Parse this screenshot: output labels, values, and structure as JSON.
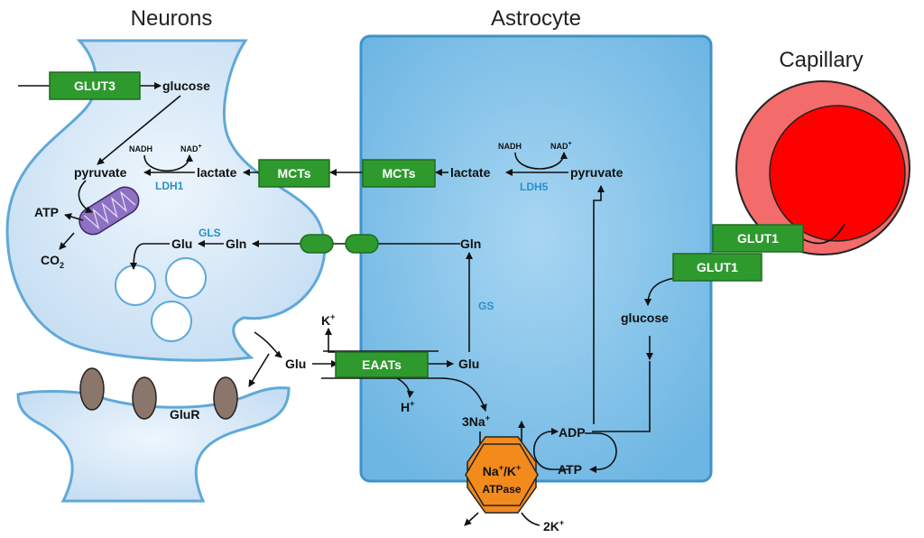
{
  "compartments": {
    "neurons": "Neurons",
    "astrocyte": "Astrocyte",
    "capillary": "Capillary"
  },
  "transporters": {
    "glut3": "GLUT3",
    "mcts_neuron": "MCTs",
    "mcts_astro": "MCTs",
    "eaats": "EAATs",
    "glut1_a": "GLUT1",
    "glut1_b": "GLUT1"
  },
  "neuron_labels": {
    "glucose": "glucose",
    "pyruvate": "pyruvate",
    "lactate": "lactate",
    "nadh": "NADH",
    "nad": "NAD",
    "ldh1": "LDH1",
    "atp": "ATP",
    "co2": "CO",
    "co2_sub": "2",
    "gls": "GLS",
    "glu": "Glu",
    "gln": "Gln",
    "glur": "GluR"
  },
  "astro_labels": {
    "lactate": "lactate",
    "pyruvate": "pyruvate",
    "nadh": "NADH",
    "nad": "NAD",
    "ldh5": "LDH5",
    "gln": "Gln",
    "gs": "GS",
    "glu": "Glu",
    "glucose": "glucose",
    "adp": "ADP",
    "atp": "ATP",
    "na3": "3Na",
    "h": "H",
    "k": "K"
  },
  "synapse_labels": {
    "glu": "Glu"
  },
  "pump": {
    "line1": "Na",
    "line1_mid": "/K",
    "line2": "ATPase",
    "two_k": "2K"
  },
  "superscripts": {
    "plus": "+"
  },
  "colors": {
    "neuron_fill": "#d3e6f7",
    "neuron_stroke": "#5fa9d8",
    "astro_fill": "#7fc0e6",
    "astro_stroke": "#3f93c8",
    "transporter_fill": "#2e9a2e",
    "transporter_stroke": "#1d6b1d",
    "mito_fill": "#8d72c4",
    "receptor_fill": "#8a766a",
    "pump_fill": "#f28a1c",
    "vessel_outer": "#f36b6b",
    "vessel_inner": "#ff0000",
    "enzyme_text": "#2b8fc8"
  }
}
